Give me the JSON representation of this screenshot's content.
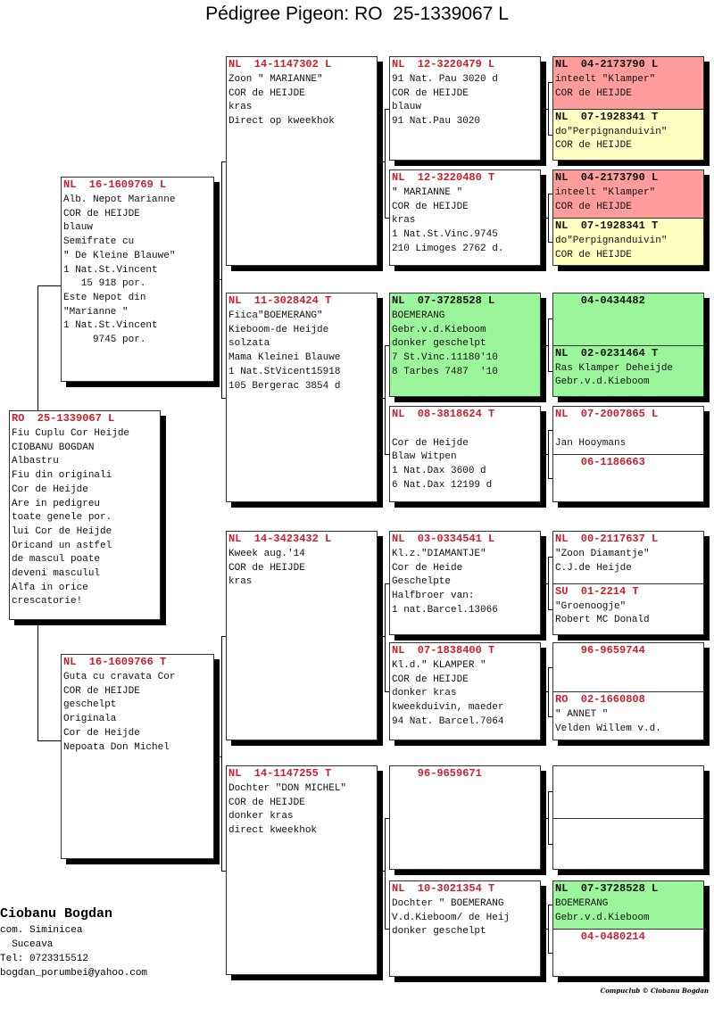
{
  "title": "Pédigree Pigeon: RO  25-1339067 L",
  "colors": {
    "ring_red": "#c8202a",
    "white": "#ffffff",
    "pink": "#ff9c9c",
    "yellow": "#ffffc2",
    "green": "#9bf59b"
  },
  "pigeons": {
    "subject": {
      "ring": "RO  25-1339067 L",
      "bg": "white",
      "lines": [
        "Fiu Cuplu Cor Heijde",
        "CIOBANU BOGDAN",
        "Albastru",
        "Fiu din originali",
        "Cor de Heijde",
        "Are in pedigreu",
        "toate genele por.",
        "lui Cor de Heijde",
        "Oricand un astfel",
        "de mascul poate",
        "deveni masculul",
        "Alfa in orice",
        "crescatorie!"
      ]
    },
    "gen2": [
      {
        "ring": "NL  16-1609769 L",
        "bg": "white",
        "lines": [
          "Alb. Nepot Marianne",
          "COR de HEIJDE",
          "blauw",
          "Semifrate cu",
          "\" De Kleine Blauwe\"",
          "1 Nat.St.Vincent",
          "   15 918 por.",
          "Este Nepot din",
          "\"Marianne \"",
          "1 Nat.St.Vincent",
          "     9745 por."
        ]
      },
      {
        "ring": "NL  16-1609766 T",
        "bg": "white",
        "lines": [
          "Guta cu cravata Cor",
          "COR de HEIJDE",
          "geschelpt",
          "Originala",
          "Cor de Heijde",
          "Nepoata Don Michel"
        ]
      }
    ],
    "gen3": [
      {
        "ring": "NL  14-1147302 L",
        "bg": "white",
        "lines": [
          "Zoon \" MARIANNE\"",
          "COR de HEIJDE",
          "kras",
          "Direct op kweekhok"
        ]
      },
      {
        "ring": "NL  11-3028424 T",
        "bg": "white",
        "lines": [
          "Fiica\"BOEMERANG\"",
          "Kieboom-de Heijde",
          "solzata",
          "Mama Kleinei Blauwe",
          "1 Nat.StVicent15918",
          "105 Bergerac 3854 d"
        ]
      },
      {
        "ring": "NL  14-3423432 L",
        "bg": "white",
        "lines": [
          "Kweek aug.'14",
          "COR de HEIJDE",
          "kras"
        ]
      },
      {
        "ring": "NL  14-1147255 T",
        "bg": "white",
        "lines": [
          "Dochter \"DON MICHEL\"",
          "COR de HEIJDE",
          "donker kras",
          "direct kweekhok"
        ]
      }
    ],
    "gen4": [
      {
        "ring": "NL  12-3220479 L",
        "bg": "white",
        "lines": [
          "91 Nat. Pau 3020 d",
          "COR de HEIJDE",
          "blauw",
          "91 Nat.Pau 3020"
        ]
      },
      {
        "ring": "NL  12-3220480 T",
        "bg": "white",
        "lines": [
          "\" MARIANNE \"",
          "COR de HEIJDE",
          "kras",
          "1 Nat.St.Vinc.9745",
          "210 Limoges 2762 d."
        ]
      },
      {
        "ring": "NL  07-3728528 L",
        "bg": "green",
        "lines": [
          "BOEMERANG",
          "Gebr.v.d.Kieboom",
          "donker geschelpt",
          "7 St.Vinc.11180'10",
          "8 Tarbes 7487  '10"
        ]
      },
      {
        "ring": "NL  08-3818624 T",
        "bg": "white",
        "lines": [
          "",
          "Cor de Heijde",
          "Blaw Witpen",
          "1 Nat.Dax 3600 d",
          "6 Nat.Dax 12199 d"
        ]
      },
      {
        "ring": "NL  03-0334541 L",
        "bg": "white",
        "lines": [
          "Kl.z.\"DIAMANTJE\"",
          "Cor de Heide",
          "Geschelpte",
          "Halfbroer van:",
          "1 nat.Barcel.13066"
        ]
      },
      {
        "ring": "NL  07-1838400 T",
        "bg": "white",
        "lines": [
          "Kl.d.\" KLAMPER \"",
          "COR de HEIJDE",
          "donker kras",
          "kweekduivin, maeder",
          "94 Nat. Barcel.7064"
        ]
      },
      {
        "ring": "    96-9659671",
        "bg": "white",
        "lines": []
      },
      {
        "ring": "NL  10-3021354 T",
        "bg": "white",
        "lines": [
          "Dochter \" BOEMERANG",
          "V.d.Kieboom/ de Heij",
          "donker geschelpt"
        ]
      }
    ],
    "gen5": [
      {
        "ring": "NL  04-2173790 L",
        "bg": "pink",
        "lines": [
          "inteelt \"Klamper\"",
          "COR de HEIJDE"
        ]
      },
      {
        "ring": "NL  07-1928341 T",
        "bg": "yellow",
        "lines": [
          "do\"Perpignanduivin\"",
          "COR de HEIJDE"
        ]
      },
      {
        "ring": "NL  04-2173790 L",
        "bg": "pink",
        "lines": [
          "inteelt \"Klamper\"",
          "COR de HEIJDE"
        ]
      },
      {
        "ring": "NL  07-1928341 T",
        "bg": "yellow",
        "lines": [
          "do\"Perpignanduivin\"",
          "COR de HEIJDE"
        ]
      },
      {
        "ring": "    04-0434482",
        "bg": "green",
        "lines": []
      },
      {
        "ring": "NL  02-0231464 T",
        "bg": "green",
        "lines": [
          "Ras Klamper Deheijde",
          "Gebr.v.d.Kieboom"
        ]
      },
      {
        "ring": "NL  07-2007865 L",
        "bg": "white",
        "lines": [
          "",
          "Jan Hooymans"
        ]
      },
      {
        "ring": "    06-1186663",
        "bg": "white",
        "lines": []
      },
      {
        "ring": "NL  00-2117637 L",
        "bg": "white",
        "lines": [
          "\"Zoon Diamantje\"",
          "C.J.de Heijde"
        ]
      },
      {
        "ring": "SU  01-2214 T",
        "bg": "white",
        "lines": [
          "\"Groenoogje\"",
          "Robert MC Donald"
        ]
      },
      {
        "ring": "    96-9659744",
        "bg": "white",
        "lines": []
      },
      {
        "ring": "RO  02-1660808",
        "bg": "white",
        "lines": [
          "\" ANNET \"",
          "Velden Willem v.d."
        ]
      },
      {
        "ring": "",
        "bg": "white",
        "lines": []
      },
      {
        "ring": "",
        "bg": "white",
        "lines": []
      },
      {
        "ring": "NL  07-3728528 L",
        "bg": "green",
        "lines": [
          "BOEMERANG",
          "Gebr.v.d.Kieboom"
        ]
      },
      {
        "ring": "    04-0480214",
        "bg": "white",
        "lines": []
      }
    ]
  },
  "breeder": {
    "name": "Ciobanu Bogdan",
    "lines": [
      "com. Siminicea",
      "  Suceava",
      "Tel: 0723315512",
      "bogdan_porumbei@yahoo.com"
    ]
  },
  "credit": "Compuclub © Ciobanu Bogdan"
}
